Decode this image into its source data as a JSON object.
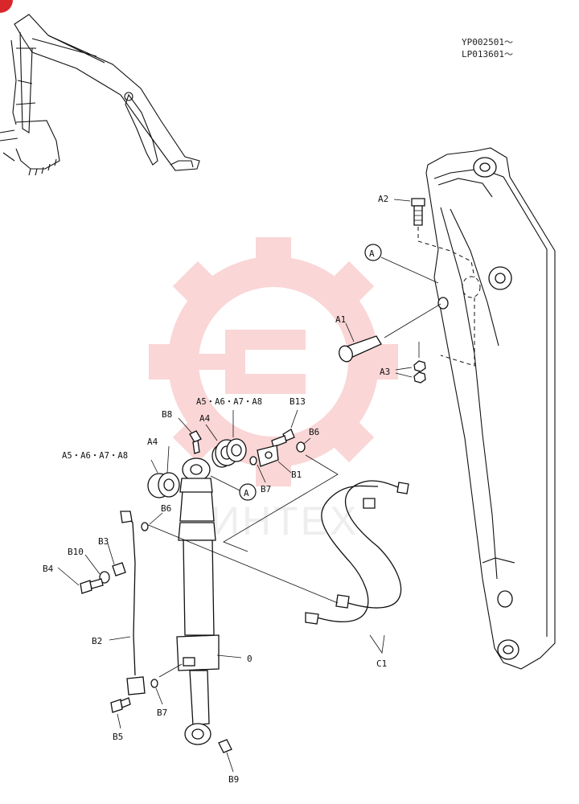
{
  "serials": [
    "YP002501～",
    "LP013601～"
  ],
  "watermark": {
    "text": "ИНТЕХ",
    "color": "#e94b4b"
  },
  "callouts": {
    "ref_a": "A",
    "A1": "A1",
    "A2": "A2",
    "A3": "A3",
    "A4_top": "A4",
    "A4_left": "A4",
    "A5_group_top": "A5・A6・A7・A8",
    "A5_group_left": "A5・A6・A7・A8",
    "B1": "B1",
    "B2": "B2",
    "B3": "B3",
    "B4": "B4",
    "B5": "B5",
    "B6_top": "B6",
    "B6_left": "B6",
    "B7_top": "B7",
    "B7_bottom": "B7",
    "B8": "B8",
    "B9": "B9",
    "B10": "B10",
    "B13": "B13",
    "C1": "C1",
    "zero": "0"
  }
}
